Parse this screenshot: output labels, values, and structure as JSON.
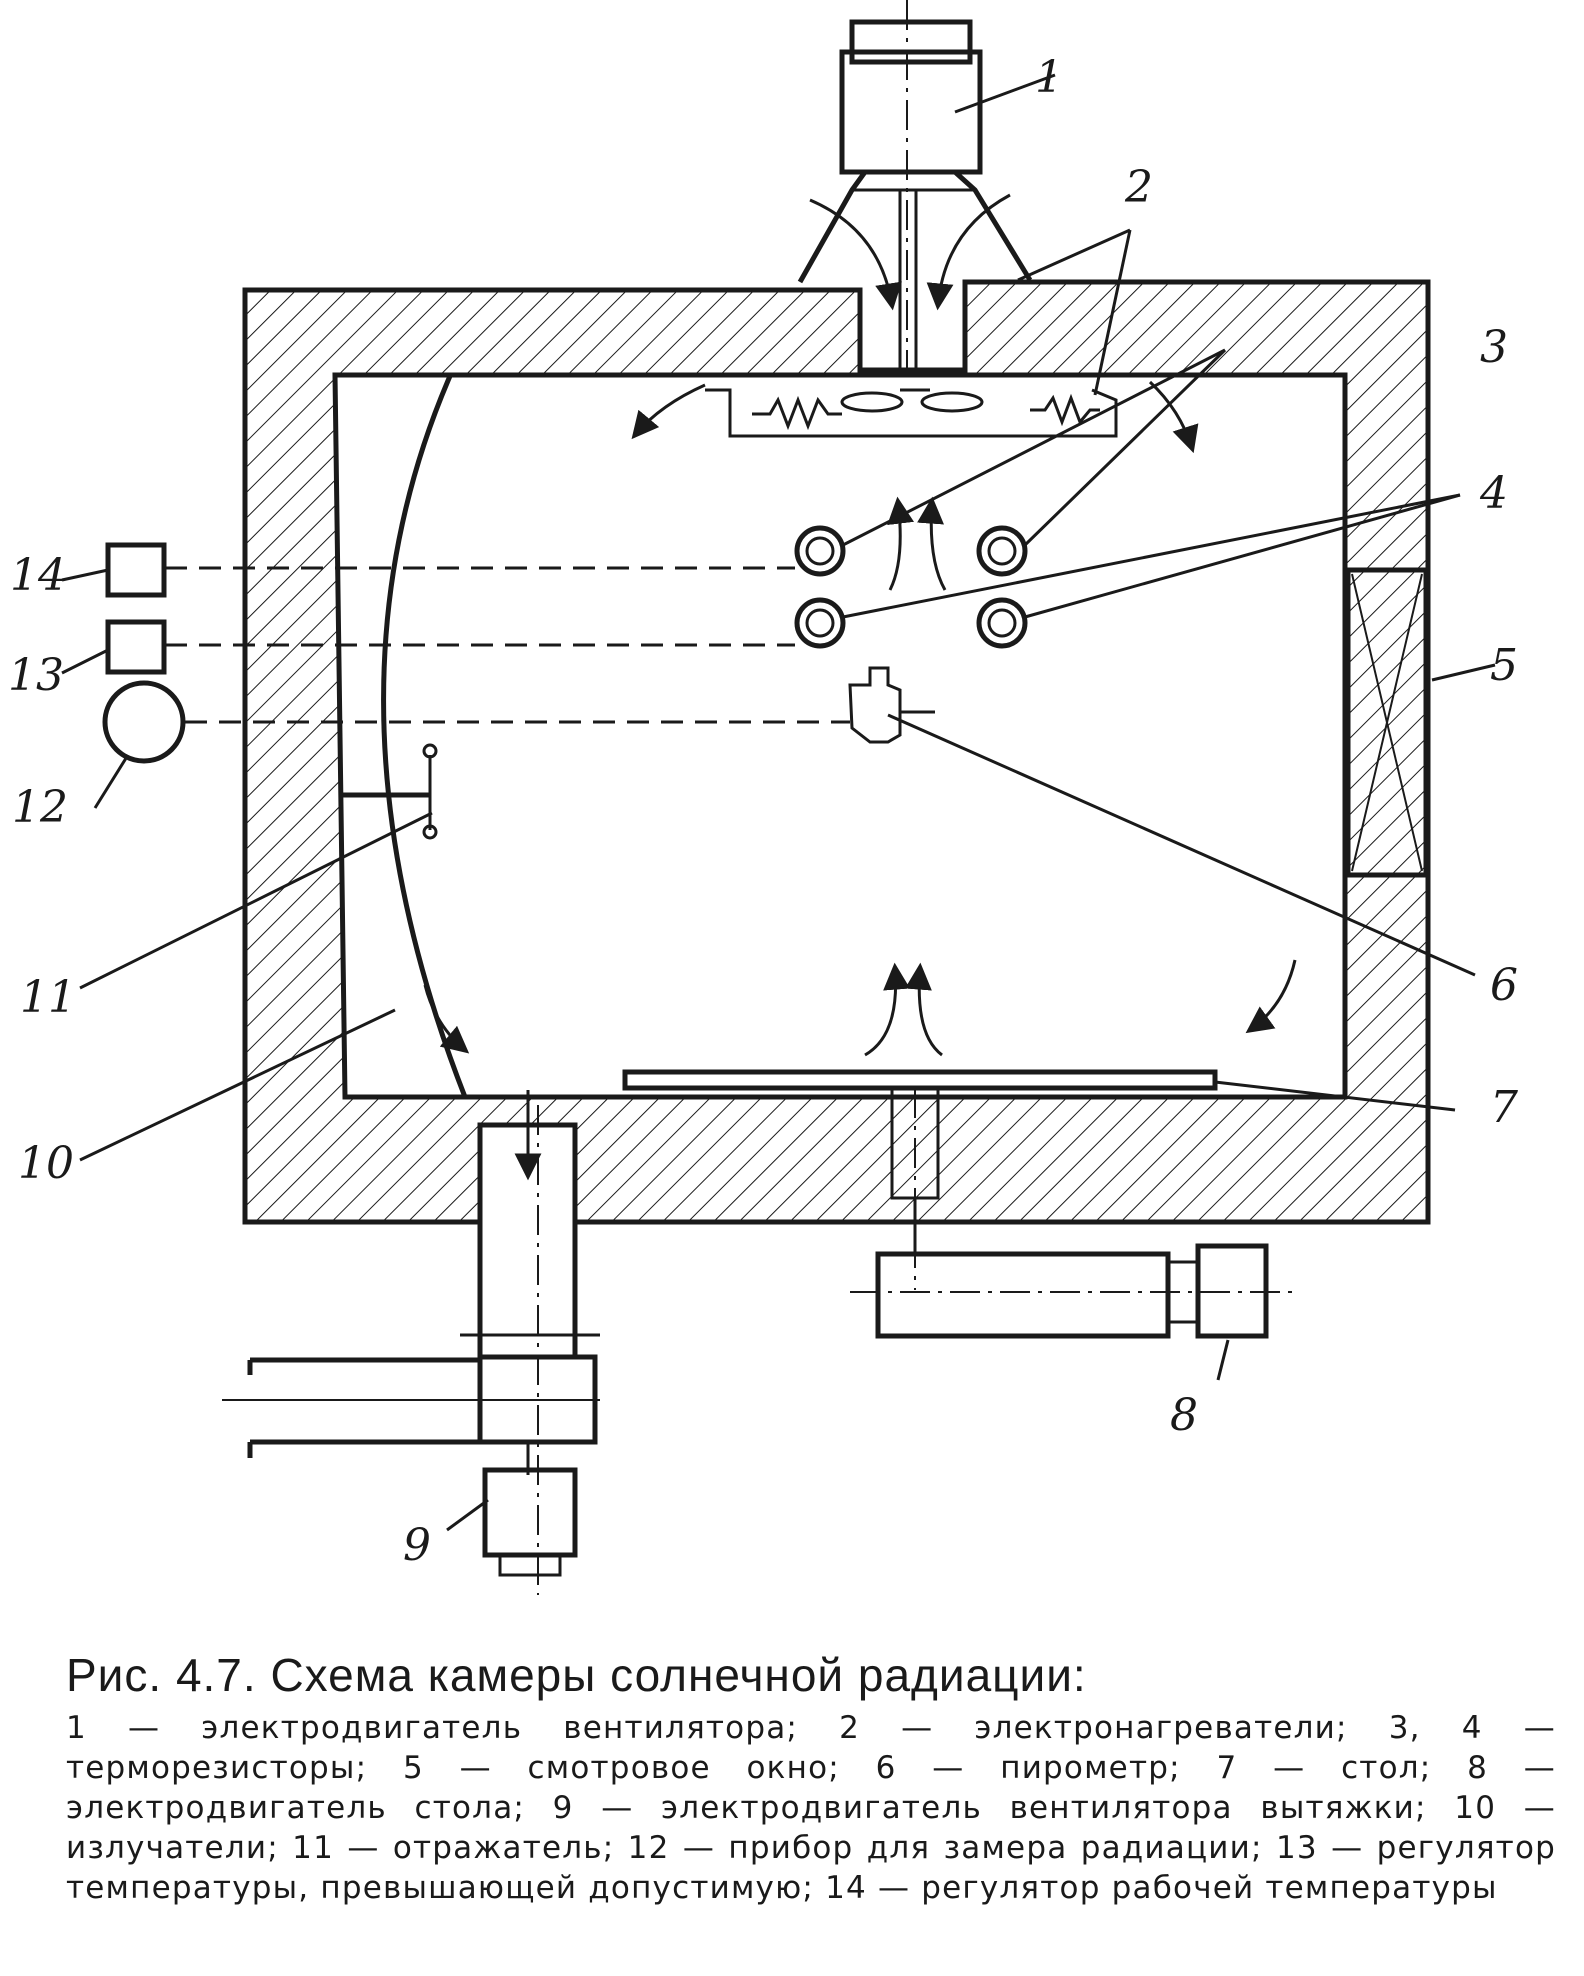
{
  "figure": {
    "labels": {
      "l1": "1",
      "l2": "2",
      "l3": "3",
      "l4": "4",
      "l5": "5",
      "l6": "6",
      "l7": "7",
      "l8": "8",
      "l9": "9",
      "l10": "10",
      "l11": "11",
      "l12": "12",
      "l13": "13",
      "l14": "14"
    }
  },
  "caption": {
    "title": "Рис. 4.7. Схема камеры солнечной радиации:",
    "text": "1 — электродвигатель вентилятора; 2 — электронагреватели; 3, 4 — терморезисторы; 5 — смотровое окно; 6 — пирометр; 7 — стол; 8 — электродвигатель стола; 9 — электродвигатель вентилятора вытяжки; 10 — излучатели; 11 — отражатель; 12 — прибор для замера радиации; 13 — регулятор температуры, превышающей допустимую; 14 — регулятор рабочей температуры"
  }
}
